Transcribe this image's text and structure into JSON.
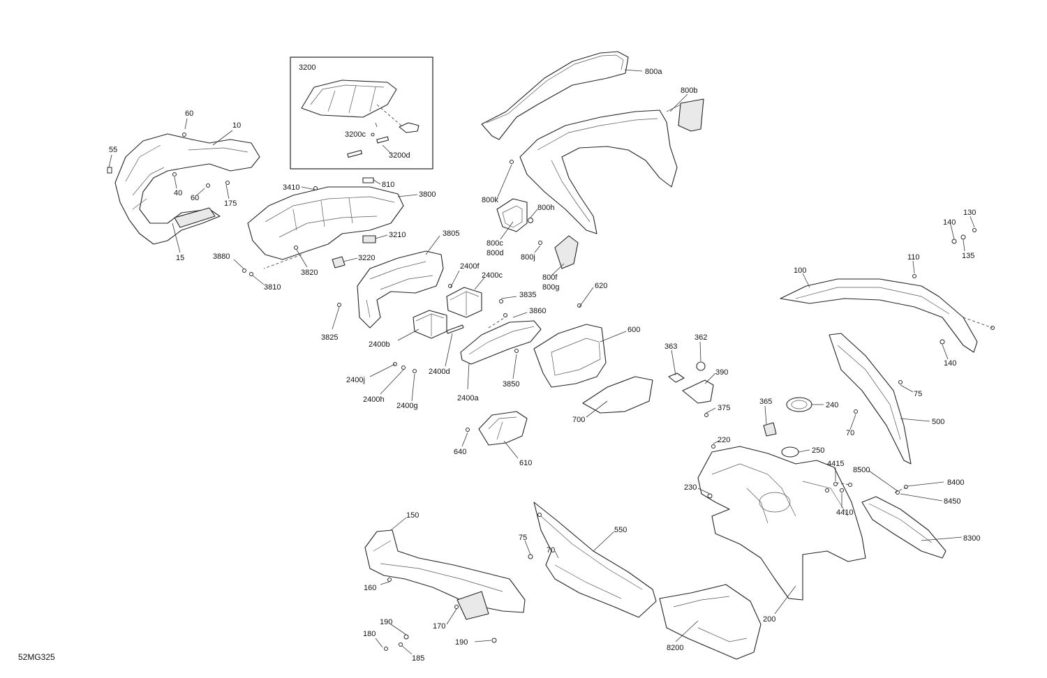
{
  "drawing_number": "52MG325",
  "inset_title": "3200",
  "callouts": [
    {
      "id": "c800a",
      "text": "800a"
    },
    {
      "id": "c800b",
      "text": "800b"
    },
    {
      "id": "c3200",
      "text": "3200"
    },
    {
      "id": "c3200c",
      "text": "3200c"
    },
    {
      "id": "c3200d",
      "text": "3200d"
    },
    {
      "id": "c60a",
      "text": "60"
    },
    {
      "id": "c10",
      "text": "10"
    },
    {
      "id": "c55",
      "text": "55"
    },
    {
      "id": "c40",
      "text": "40"
    },
    {
      "id": "c60b",
      "text": "60"
    },
    {
      "id": "c175",
      "text": "175"
    },
    {
      "id": "c15",
      "text": "15"
    },
    {
      "id": "c3410",
      "text": "3410"
    },
    {
      "id": "c810",
      "text": "810"
    },
    {
      "id": "c3800",
      "text": "3800"
    },
    {
      "id": "c3210",
      "text": "3210"
    },
    {
      "id": "c3880",
      "text": "3880"
    },
    {
      "id": "c3820",
      "text": "3820"
    },
    {
      "id": "c3220",
      "text": "3220"
    },
    {
      "id": "c3810",
      "text": "3810"
    },
    {
      "id": "c3805",
      "text": "3805"
    },
    {
      "id": "c800k",
      "text": "800k"
    },
    {
      "id": "c800h",
      "text": "800h"
    },
    {
      "id": "c800c",
      "text": "800c"
    },
    {
      "id": "c800d",
      "text": "800d"
    },
    {
      "id": "c800j",
      "text": "800j"
    },
    {
      "id": "c800f",
      "text": "800f"
    },
    {
      "id": "c800g",
      "text": "800g"
    },
    {
      "id": "c2400f",
      "text": "2400f"
    },
    {
      "id": "c2400c",
      "text": "2400c"
    },
    {
      "id": "c3835",
      "text": "3835"
    },
    {
      "id": "c3860",
      "text": "3860"
    },
    {
      "id": "c620",
      "text": "620"
    },
    {
      "id": "c3825",
      "text": "3825"
    },
    {
      "id": "c2400b",
      "text": "2400b"
    },
    {
      "id": "c600",
      "text": "600"
    },
    {
      "id": "c2400d",
      "text": "2400d"
    },
    {
      "id": "c2400j",
      "text": "2400j"
    },
    {
      "id": "c2400h",
      "text": "2400h"
    },
    {
      "id": "c2400g",
      "text": "2400g"
    },
    {
      "id": "c2400a",
      "text": "2400a"
    },
    {
      "id": "c3850",
      "text": "3850"
    },
    {
      "id": "c700",
      "text": "700"
    },
    {
      "id": "c640",
      "text": "640"
    },
    {
      "id": "c610",
      "text": "610"
    },
    {
      "id": "c130",
      "text": "130"
    },
    {
      "id": "c140a",
      "text": "140"
    },
    {
      "id": "c135",
      "text": "135"
    },
    {
      "id": "c110",
      "text": "110"
    },
    {
      "id": "c100",
      "text": "100"
    },
    {
      "id": "c140b",
      "text": "140"
    },
    {
      "id": "c363",
      "text": "363"
    },
    {
      "id": "c362",
      "text": "362"
    },
    {
      "id": "c390",
      "text": "390"
    },
    {
      "id": "c375",
      "text": "375"
    },
    {
      "id": "c365",
      "text": "365"
    },
    {
      "id": "c240",
      "text": "240"
    },
    {
      "id": "c75a",
      "text": "75"
    },
    {
      "id": "c70a",
      "text": "70"
    },
    {
      "id": "c500",
      "text": "500"
    },
    {
      "id": "c220",
      "text": "220"
    },
    {
      "id": "c250",
      "text": "250"
    },
    {
      "id": "c4415",
      "text": "4415"
    },
    {
      "id": "c8500",
      "text": "8500"
    },
    {
      "id": "c8400",
      "text": "8400"
    },
    {
      "id": "c230",
      "text": "230"
    },
    {
      "id": "c4410",
      "text": "4410"
    },
    {
      "id": "c8450",
      "text": "8450"
    },
    {
      "id": "c8300",
      "text": "8300"
    },
    {
      "id": "c150",
      "text": "150"
    },
    {
      "id": "c550",
      "text": "550"
    },
    {
      "id": "c75b",
      "text": "75"
    },
    {
      "id": "c70b",
      "text": "70"
    },
    {
      "id": "c160",
      "text": "160"
    },
    {
      "id": "c200",
      "text": "200"
    },
    {
      "id": "c170",
      "text": "170"
    },
    {
      "id": "c190a",
      "text": "190"
    },
    {
      "id": "c180",
      "text": "180"
    },
    {
      "id": "c190b",
      "text": "190"
    },
    {
      "id": "c185",
      "text": "185"
    },
    {
      "id": "c8200",
      "text": "8200"
    }
  ]
}
